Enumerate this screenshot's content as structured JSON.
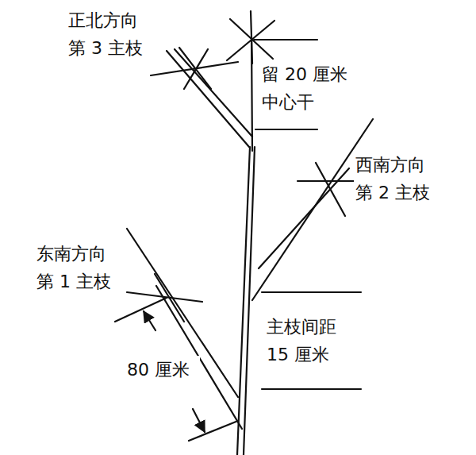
{
  "diagram": {
    "labels": [
      "正北方向 第 3 主枝",
      "留 20 厘米 中心干",
      "西南方向 第 2 主枝",
      "东南方向 第 1 主枝",
      "主枝间距 15 厘米",
      "80 厘米"
    ]
  }
}
